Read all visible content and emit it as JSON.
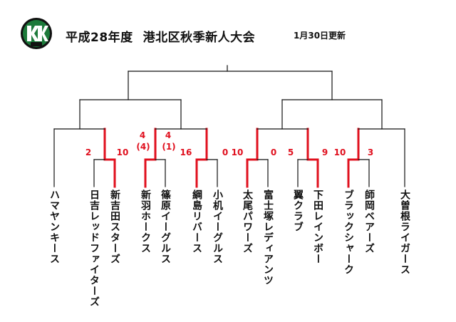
{
  "header": {
    "title_left": "平成28年度",
    "title_right": "港北区秋季新人大会",
    "updated": "1月30日更新"
  },
  "colors": {
    "winner_line": "#e0101e",
    "bracket_line": "#111111",
    "score_text": "#e0101e",
    "logo_green": "#1c7a3a"
  },
  "logo": {
    "icon": "hk-club-logo",
    "sub": "kdk"
  },
  "teams": [
    "ハマヤンキース",
    "日吉レッドファイターズ",
    "新吉田スターズ",
    "新羽ホークス",
    "篠原イーグルス",
    "綱島リバース",
    "小机イーグルス",
    "太尾パワーズ",
    "富士塚レディアンツ",
    "翼クラブ",
    "下田レインボー",
    "ブラックシャーク",
    "師岡ベアーズ",
    "大曽根ライガース"
  ],
  "scores": {
    "m1_left": "2",
    "m1_right": "10",
    "m2_left_a": "4",
    "m2_left_b": "(4)",
    "m2_right_a": "4",
    "m2_right_b": "(1)",
    "m3_left": "16",
    "m3_right": "0",
    "m4_left": "10",
    "m4_right": "0",
    "m5_left": "5",
    "m5_right": "9",
    "m6_left": "10",
    "m6_right": "3"
  }
}
